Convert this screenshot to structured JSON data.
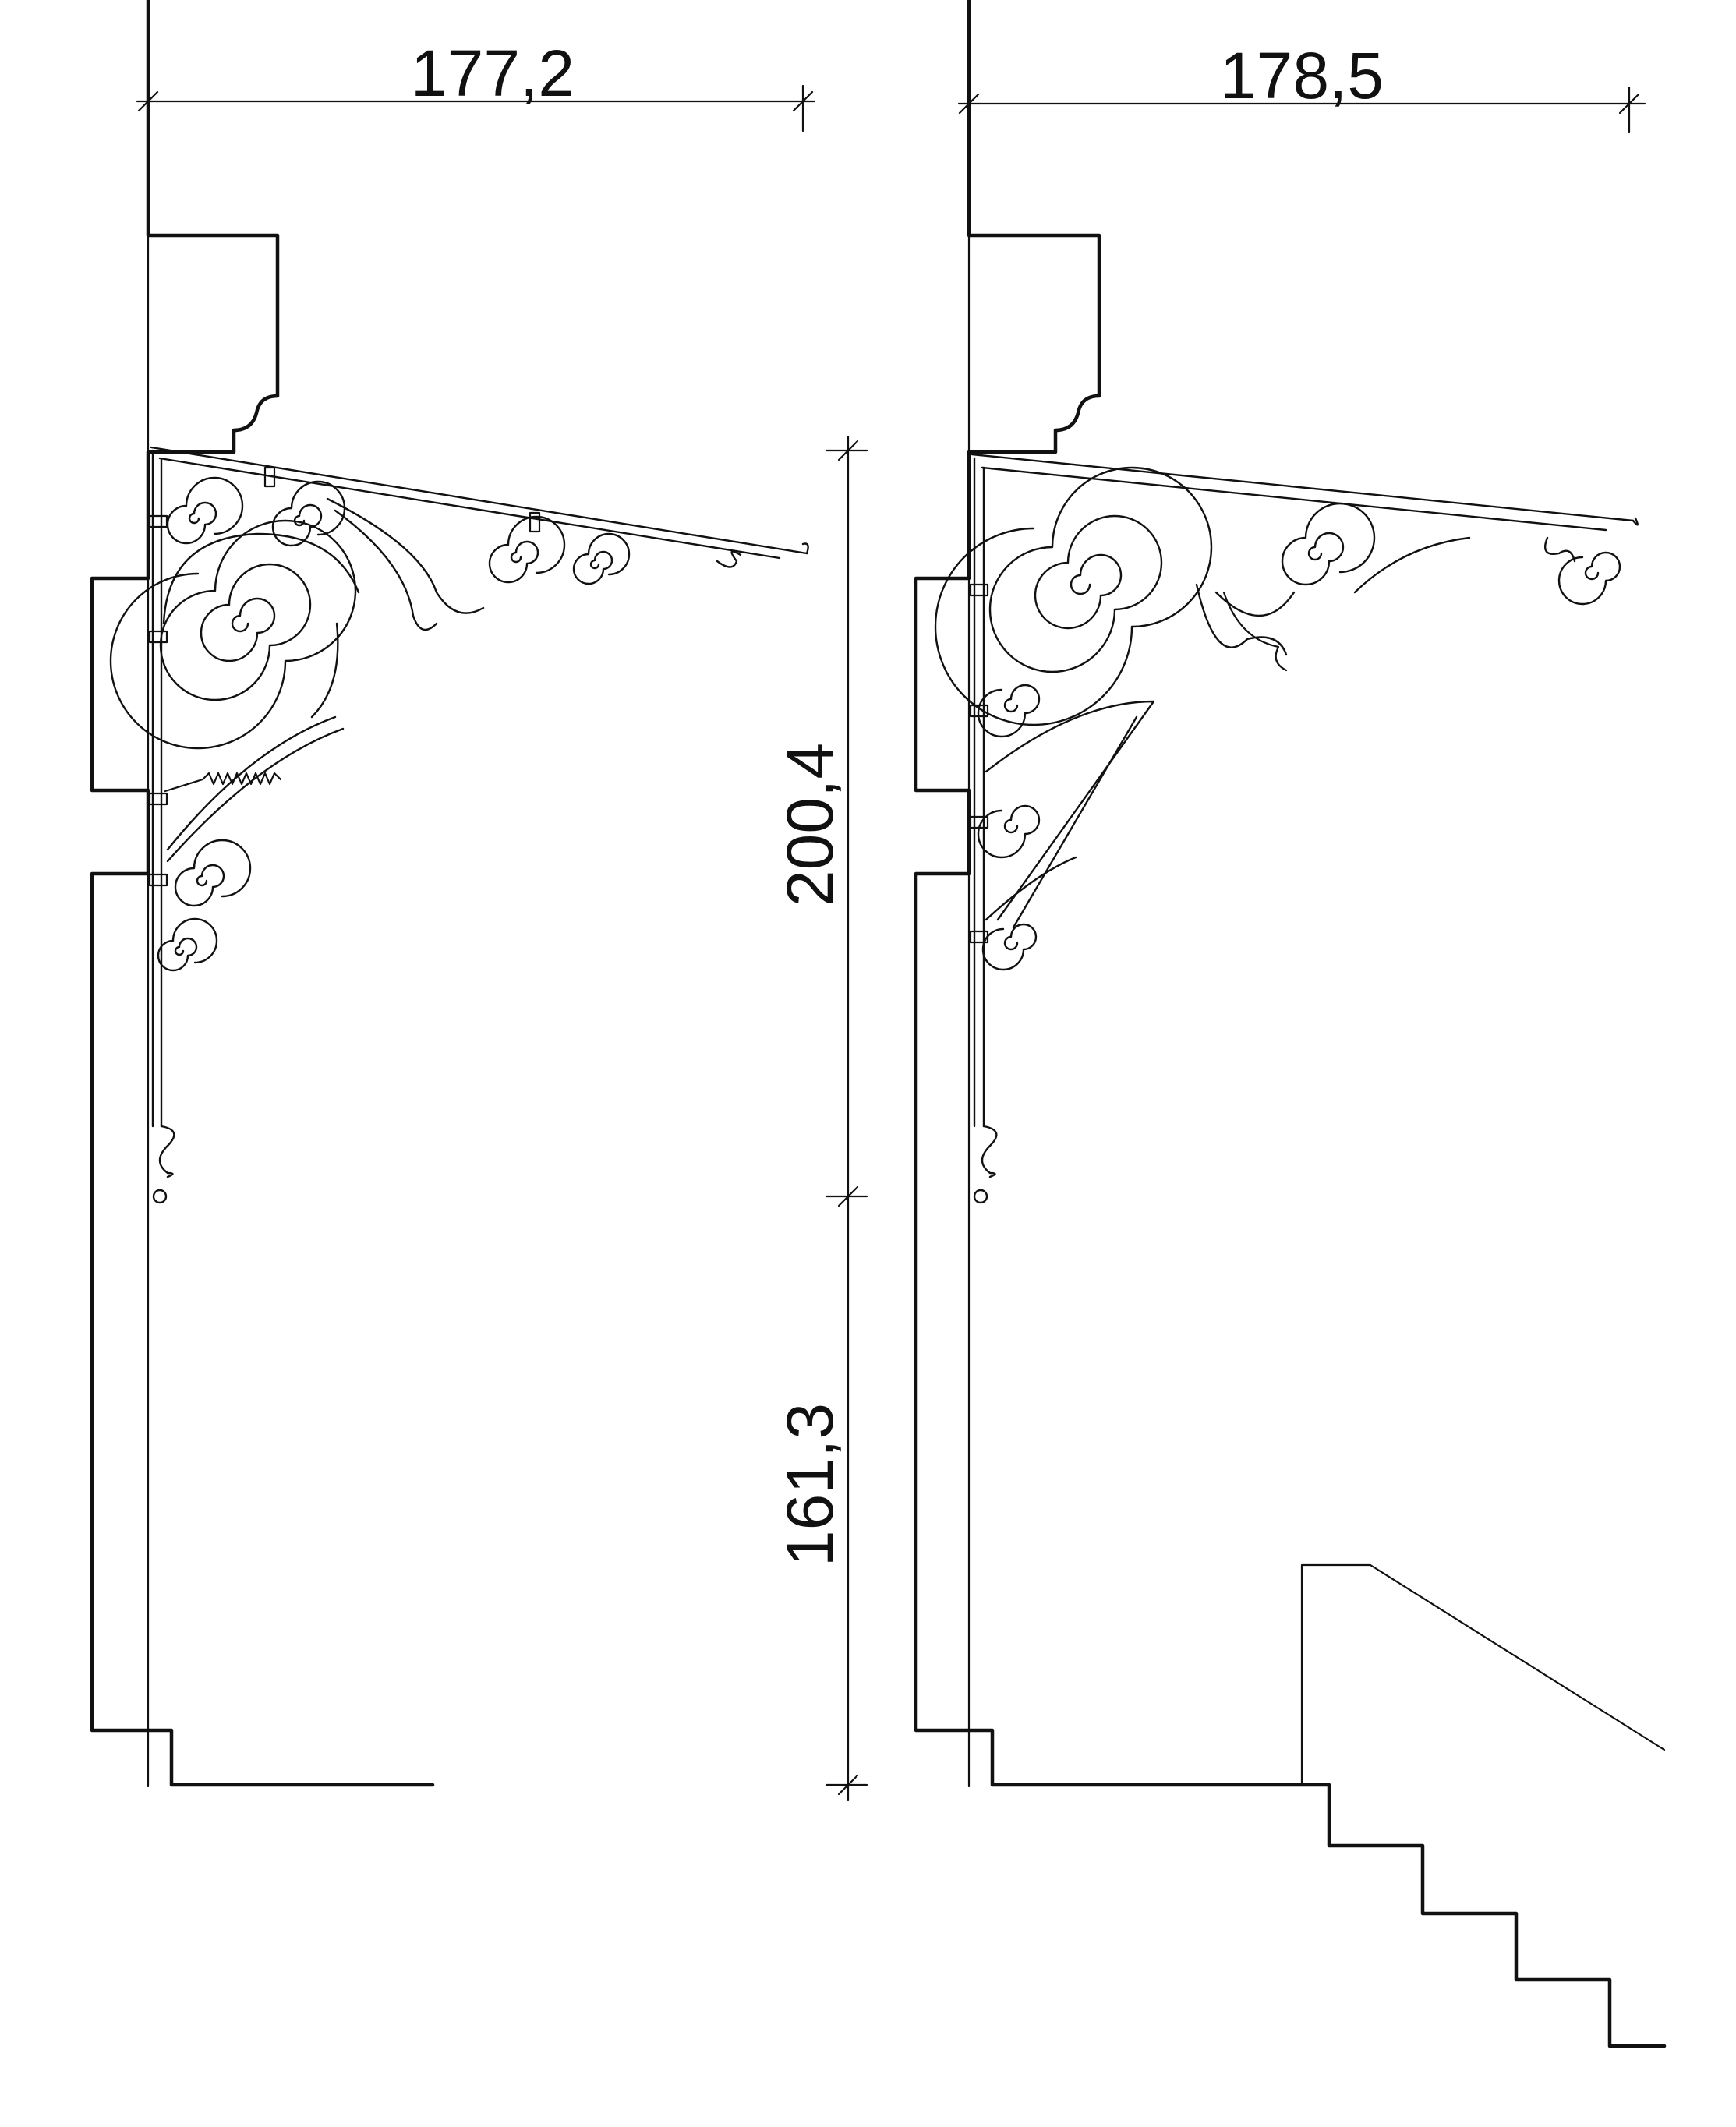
{
  "drawing": {
    "left_elevation": {
      "width_dimension": "177,2",
      "height_dimension_upper": "200,4",
      "height_dimension_lower": "161,3"
    },
    "right_elevation": {
      "width_dimension": "178,5"
    }
  },
  "colors": {
    "line": "#111111",
    "background": "#ffffff"
  }
}
